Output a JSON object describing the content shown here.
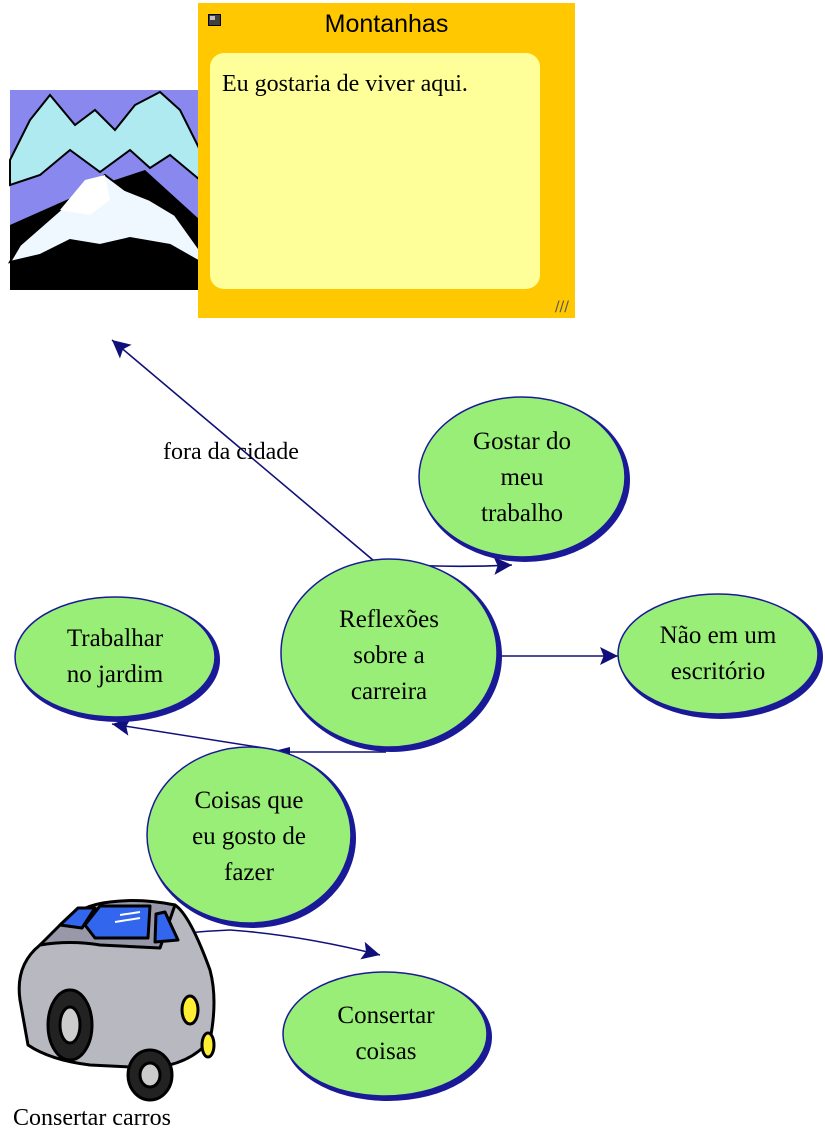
{
  "note": {
    "title": "Montanhas",
    "body": "Eu gostaria de viver aqui.",
    "resize_glyph": "///",
    "icon": "note-window-icon",
    "colors": {
      "frame": "#ffc800",
      "paper": "#ffff99"
    }
  },
  "images": {
    "mountains": {
      "icon": "mountain-clipart"
    },
    "car": {
      "icon": "car-clipart",
      "caption": "Consertar carros"
    }
  },
  "links": {
    "fora_da_cidade": "fora da cidade"
  },
  "nodes": {
    "gostar": [
      "Gostar do",
      "meu",
      "trabalho"
    ],
    "reflexoes": [
      "Reflexões",
      "sobre a",
      "carreira"
    ],
    "nao_escritorio": [
      "Não em um",
      "escritório"
    ],
    "trabalhar_jardim": [
      "Trabalhar",
      "no jardim"
    ],
    "coisas_gosto": [
      "Coisas que",
      "eu gosto de",
      "fazer"
    ],
    "consertar_coisas": [
      "Consertar",
      "coisas"
    ]
  },
  "colors": {
    "node_fill": "#99ee77",
    "node_stroke": "#1a1a99",
    "link": "#10107a"
  }
}
